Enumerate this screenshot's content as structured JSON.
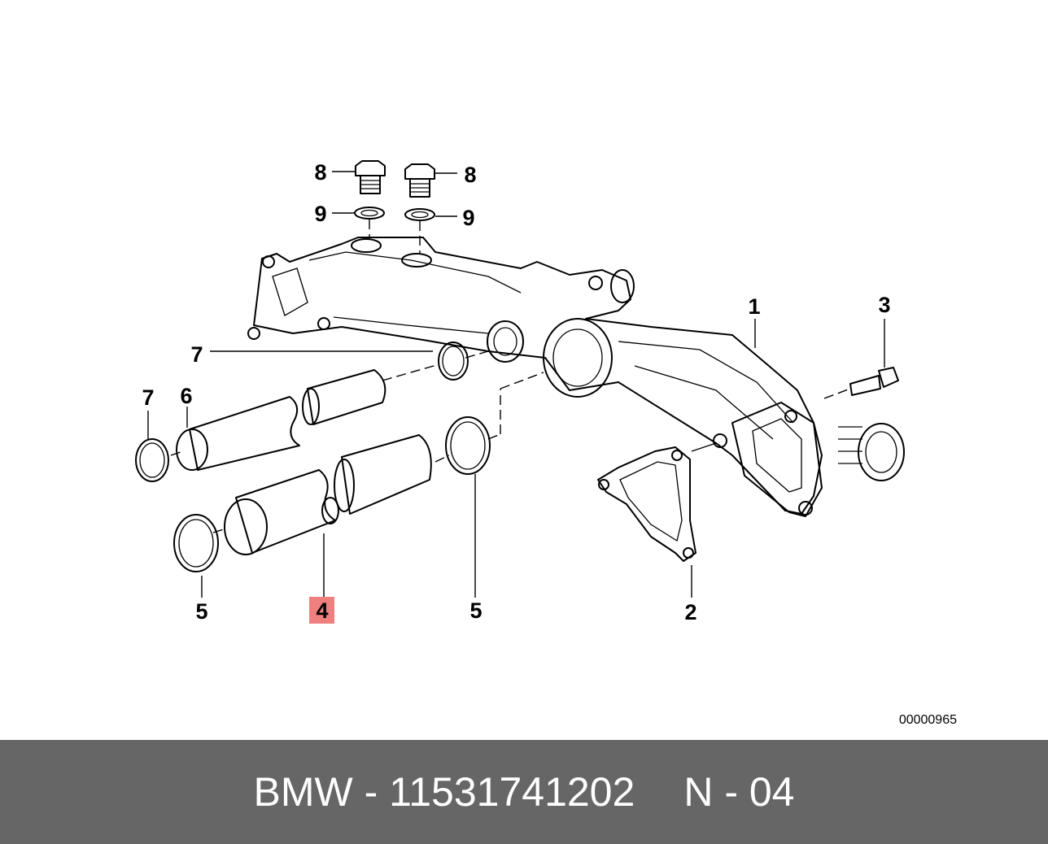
{
  "labels": {
    "l1": "1",
    "l2": "2",
    "l3": "3",
    "l4": "4",
    "l5a": "5",
    "l5b": "5",
    "l6": "6",
    "l7a": "7",
    "l7b": "7",
    "l8a": "8",
    "l8b": "8",
    "l9a": "9",
    "l9b": "9"
  },
  "highlight_color": "#f08080",
  "diagram_code": "00000965",
  "footer": {
    "brand": "BMW - 11531741202",
    "page": "N - 04"
  }
}
